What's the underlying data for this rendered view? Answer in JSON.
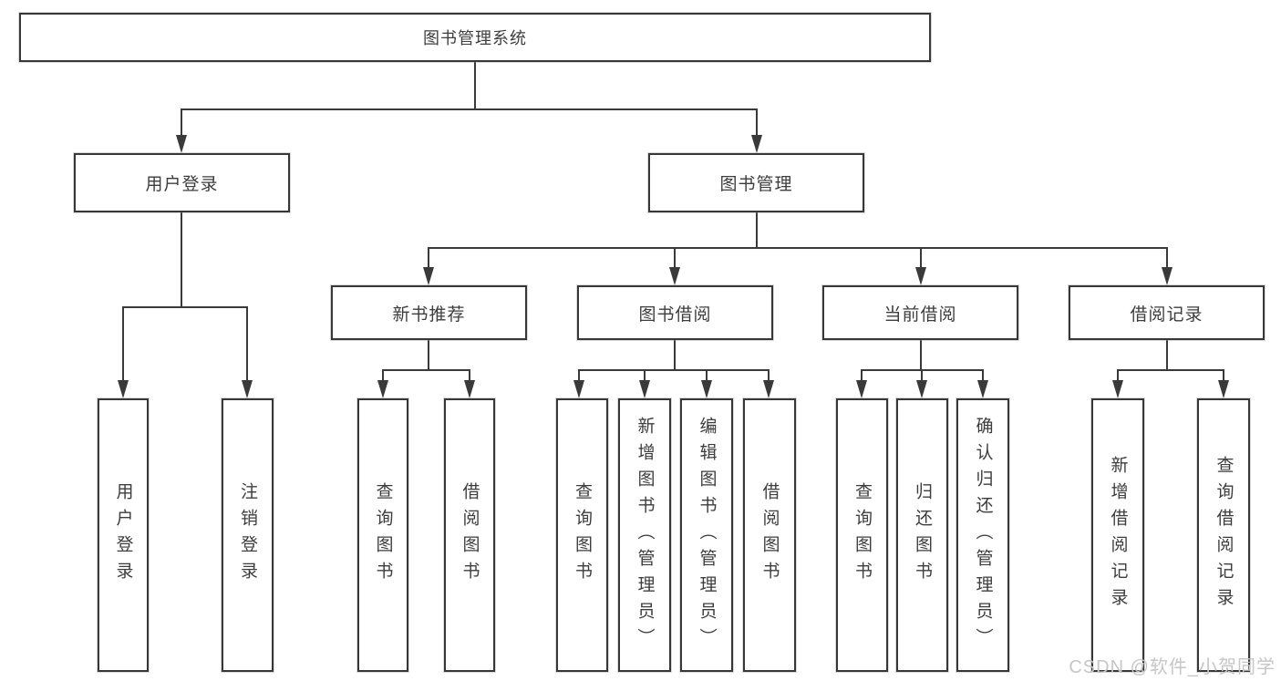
{
  "tree": {
    "root": "图书管理系统",
    "branches": [
      {
        "label": "用户登录",
        "children": [
          "用户登录",
          "注销登录"
        ]
      },
      {
        "label": "图书管理",
        "children": [
          {
            "label": "新书推荐",
            "children": [
              "查询图书",
              "借阅图书"
            ]
          },
          {
            "label": "图书借阅",
            "children": [
              "查询图书",
              "新增图书（管理员）",
              "编辑图书（管理员）",
              "借阅图书"
            ]
          },
          {
            "label": "当前借阅",
            "children": [
              "查询图书",
              "归还图书",
              "确认归还（管理员）"
            ]
          },
          {
            "label": "借阅记录",
            "children": [
              "新增借阅记录",
              "查询借阅记录"
            ]
          }
        ]
      }
    ]
  },
  "watermark": {
    "text": "CSDN @软件_小贺同学"
  },
  "colors": {
    "box_border": "#373737",
    "line": "#3a3a3a",
    "text": "#3d3d3d",
    "watermark": "#c6c6c6",
    "background": "#ffffff"
  }
}
